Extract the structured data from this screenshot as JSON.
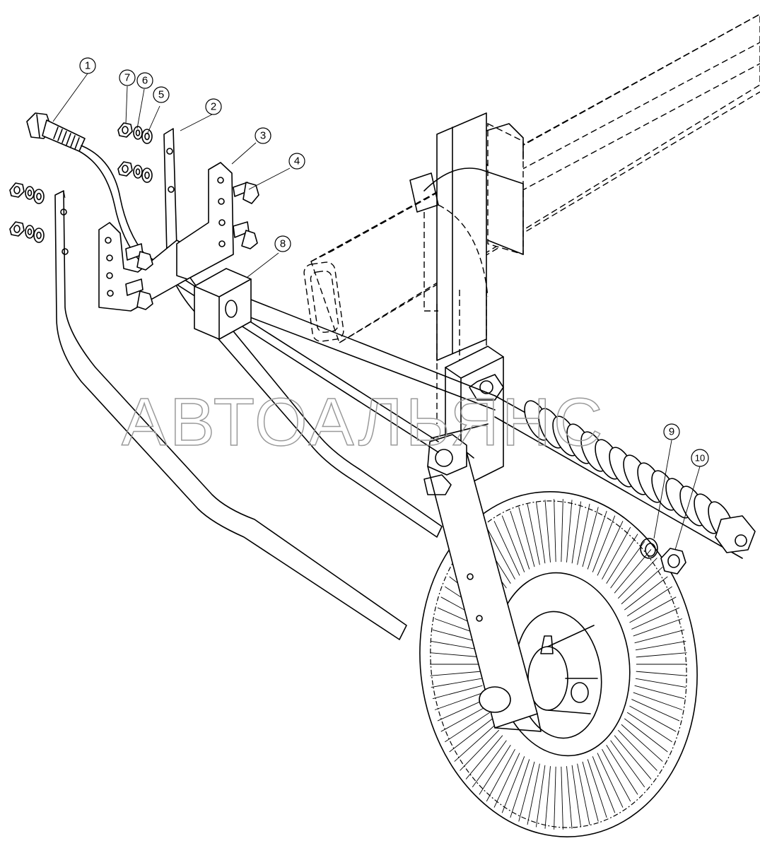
{
  "watermark": "АВТОАЛЬЯНС",
  "callouts": [
    {
      "label": "1"
    },
    {
      "label": "2"
    },
    {
      "label": "3"
    },
    {
      "label": "4"
    },
    {
      "label": "5"
    },
    {
      "label": "6"
    },
    {
      "label": "7"
    },
    {
      "label": "8"
    },
    {
      "label": "9"
    },
    {
      "label": "10"
    }
  ]
}
